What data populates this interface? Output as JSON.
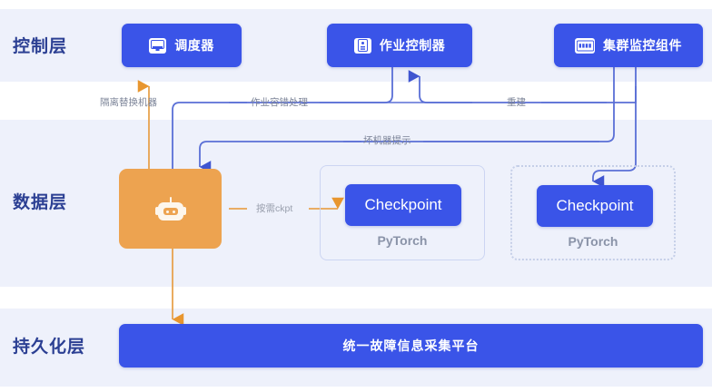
{
  "diagram": {
    "title": "fault-tolerance architecture",
    "colors": {
      "band_bg": "#eef1fb",
      "node_blue": "#3a54e8",
      "node_orange": "#eda350",
      "wire_blue": "#5a6fd6",
      "wire_orange": "#e8a34e",
      "layer_title": "#2b3f93",
      "label_gray": "#7c8498",
      "framework_gray": "#8a93a8"
    },
    "layers": [
      {
        "id": "control",
        "title": "控制层"
      },
      {
        "id": "data",
        "title": "数据层"
      },
      {
        "id": "persistence",
        "title": "持久化层"
      }
    ],
    "control_nodes": [
      {
        "id": "scheduler",
        "label": "调度器",
        "icon": "monitor-icon"
      },
      {
        "id": "job-controller",
        "label": "作业控制器",
        "icon": "document-icon"
      },
      {
        "id": "cluster-monitor",
        "label": "集群监控组件",
        "icon": "dashboard-icon"
      }
    ],
    "data_nodes": [
      {
        "id": "agent",
        "label": "",
        "icon": "robot-icon"
      }
    ],
    "framework_groups": [
      {
        "id": "pytorch-left",
        "checkpoint_label": "Checkpoint",
        "framework": "PyTorch",
        "border": "solid"
      },
      {
        "id": "pytorch-right",
        "checkpoint_label": "Checkpoint",
        "framework": "PyTorch",
        "border": "dotted"
      }
    ],
    "persistence_bar": {
      "label": "统一故障信息采集平台"
    },
    "edges": [
      {
        "id": "isolate",
        "label": "隔离替换机器",
        "color": "orange",
        "from": "agent",
        "to": "scheduler"
      },
      {
        "id": "fault-tolerance",
        "label": "作业容错处理",
        "color": "blue",
        "from": "job-controller",
        "to": "agent"
      },
      {
        "id": "rebuild",
        "label": "重建",
        "color": "blue",
        "from": "agent",
        "to": "job-controller"
      },
      {
        "id": "bad-machine",
        "label": "坏机器提示",
        "color": "blue",
        "from": "cluster-monitor",
        "to": "agent"
      },
      {
        "id": "on-demand-ckpt",
        "label": "按需ckpt",
        "color": "orange",
        "from": "agent",
        "to": "pytorch-left"
      }
    ]
  }
}
